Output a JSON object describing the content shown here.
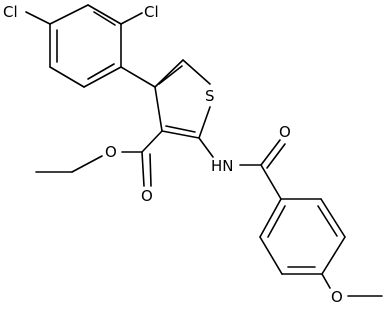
{
  "molecule": {
    "atoms": {
      "cl_top": "Cl",
      "cl_left": "Cl",
      "sulfur": "S",
      "ester_o_single": "O",
      "ester_o_double": "O",
      "amide_o": "O",
      "nh": "HN",
      "methoxy_o": "O"
    }
  },
  "colors": {
    "bond": "#000000",
    "label": "#000000",
    "background": "#ffffff"
  }
}
